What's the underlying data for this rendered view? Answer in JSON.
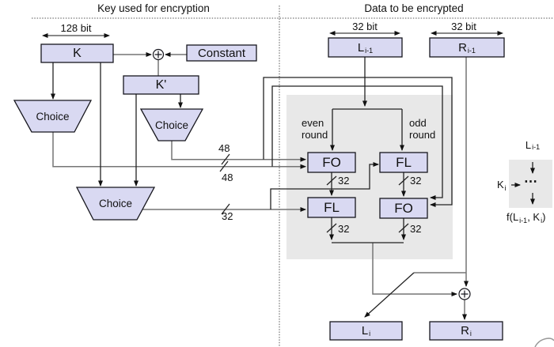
{
  "diagram": {
    "left_title": "Key used for encryption",
    "right_title": "Data to be encrypted"
  },
  "measures": {
    "key_width": "128 bit",
    "left_word_width": "32 bit",
    "right_word_width": "32 bit"
  },
  "key_schedule": {
    "k_label": "K",
    "constant_label": "Constant",
    "k_prime_label": "K'",
    "choice1_label": "Choice",
    "choice2_label": "Choice",
    "choice3_label": "Choice",
    "width48_top": "48",
    "width48_bottom": "48",
    "width32": "32"
  },
  "round_function": {
    "even_word": "even",
    "even_round_word": "round",
    "odd_word": "odd",
    "odd_round_word": "round",
    "fo_top": "FO",
    "fl_top": "FL",
    "fl_bottom": "FL",
    "fo_bottom": "FO",
    "out32_fo_top": "32",
    "out32_fl_top": "32",
    "out32_fl_bottom": "32",
    "out32_fo_bottom": "32"
  },
  "registers": {
    "l_in_base": "L",
    "l_in_sub": "i-1",
    "r_in_base": "R",
    "r_in_sub": "i-1",
    "l_out_base": "L",
    "l_out_sub": "i",
    "r_out_base": "R",
    "r_out_sub": "i"
  },
  "mini_fn": {
    "input_base": "L",
    "input_sub": "i-1",
    "key_base": "K",
    "key_sub": "i",
    "dots": "⋯",
    "out_pre": "f(L",
    "out_sub1": "i-1",
    "out_mid": ", K",
    "out_sub2": "i",
    "out_post": ")"
  },
  "colors": {
    "box_fill": "#d9d9f2",
    "box_stroke": "#16161d",
    "region_fill": "#e8e8e8",
    "bus_line": "#757575",
    "line": "#222222"
  }
}
